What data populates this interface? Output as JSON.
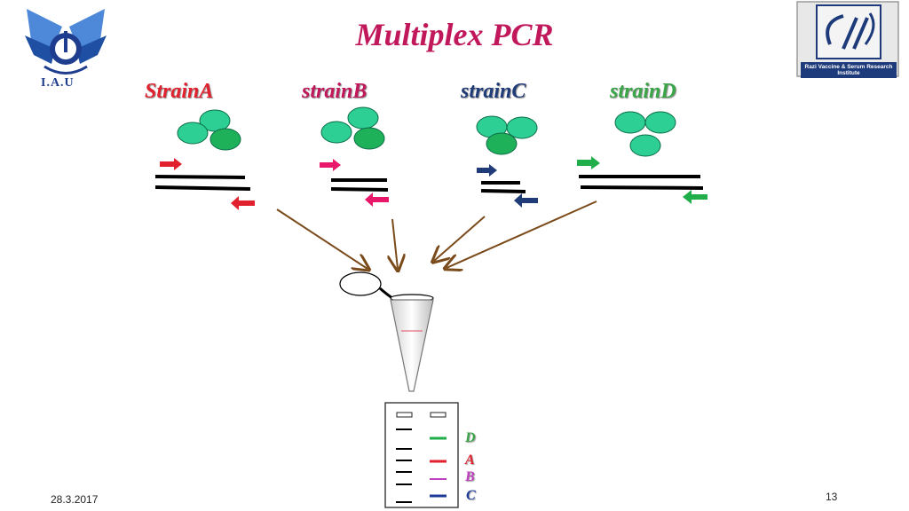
{
  "title": "Multiplex PCR",
  "logos": {
    "left": "I.A.U",
    "right": "Razi Vaccine & Serum Research Institute"
  },
  "strains": [
    {
      "label": "StrainA",
      "color": "#e1212e"
    },
    {
      "label": "strainB",
      "color": "#c0185a"
    },
    {
      "label": "strainC",
      "color": "#1f3b78"
    },
    {
      "label": "strainD",
      "color": "#3aa648"
    }
  ],
  "lanes": {
    "D": {
      "label": "D",
      "color": "#3aa648"
    },
    "A": {
      "label": "A",
      "color": "#e1212e"
    },
    "B": {
      "label": "B",
      "color": "#c040c0"
    },
    "C": {
      "label": "C",
      "color": "#1f3b9a"
    }
  },
  "footer": {
    "date": "28.3.2017",
    "page": "13"
  }
}
